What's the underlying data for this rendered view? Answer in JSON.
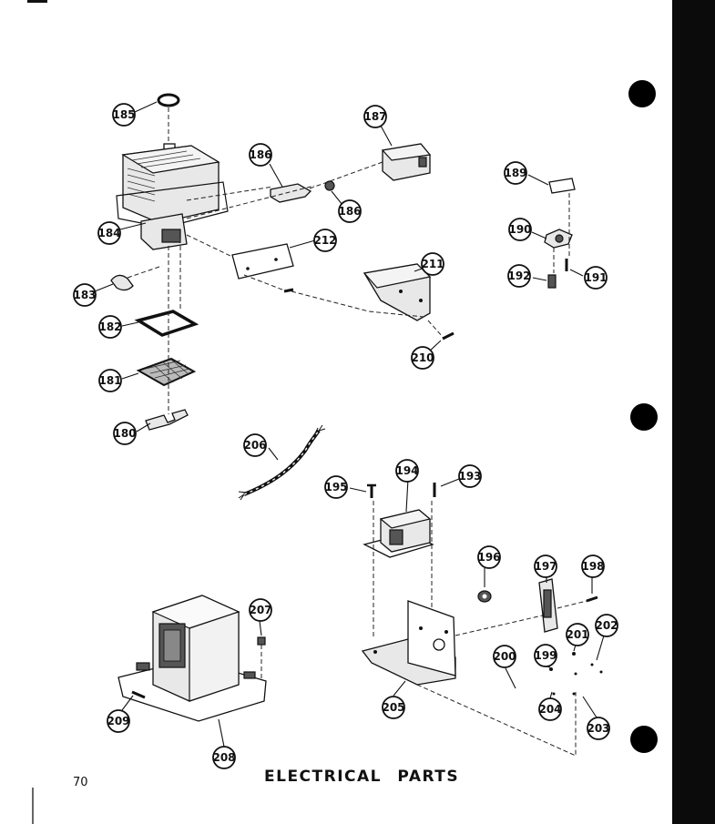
{
  "page": {
    "number": "70",
    "caption": "ELECTRICAL PARTS"
  },
  "callouts": {
    "c185": "185",
    "c187": "187",
    "c186a": "186",
    "c186b": "186",
    "c184": "184",
    "c212": "212",
    "c211": "211",
    "c183": "183",
    "c182": "182",
    "c181": "181",
    "c180": "180",
    "c210": "210",
    "c189": "189",
    "c190": "190",
    "c192": "192",
    "c191": "191",
    "c206": "206",
    "c195": "195",
    "c194": "194",
    "c193": "193",
    "c196": "196",
    "c197": "197",
    "c198": "198",
    "c207": "207",
    "c201": "201",
    "c202": "202",
    "c200": "200",
    "c199": "199",
    "c204": "204",
    "c203": "203",
    "c205": "205",
    "c209": "209",
    "c208": "208"
  },
  "colors": {
    "ink": "#111111",
    "paper": "#ffffff",
    "binding_edge": "#0b0b0b"
  }
}
